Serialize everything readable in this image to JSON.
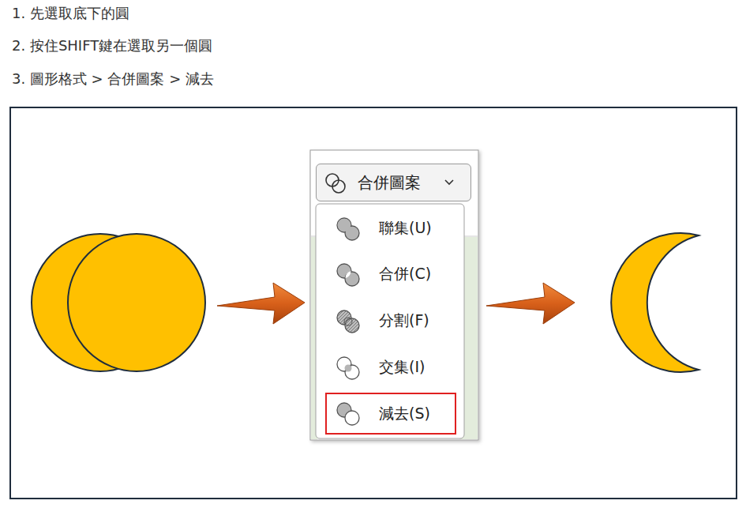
{
  "diagram": {
    "nodes": [
      {
        "text": [
          "合併圖案"
        ]
      },
      {
        "text": [
          "減去(S)"
        ]
      }
    ],
    "labels": [
      "1. 先選取底下的圓",
      "2. 按住SHIFT鍵在選取另一個圓",
      "3. 圖形格式 > 合併圖案 > 減去",
      "聯集(U)",
      "合併(C)",
      "分割(F)",
      "交集(I)"
    ]
  }
}
